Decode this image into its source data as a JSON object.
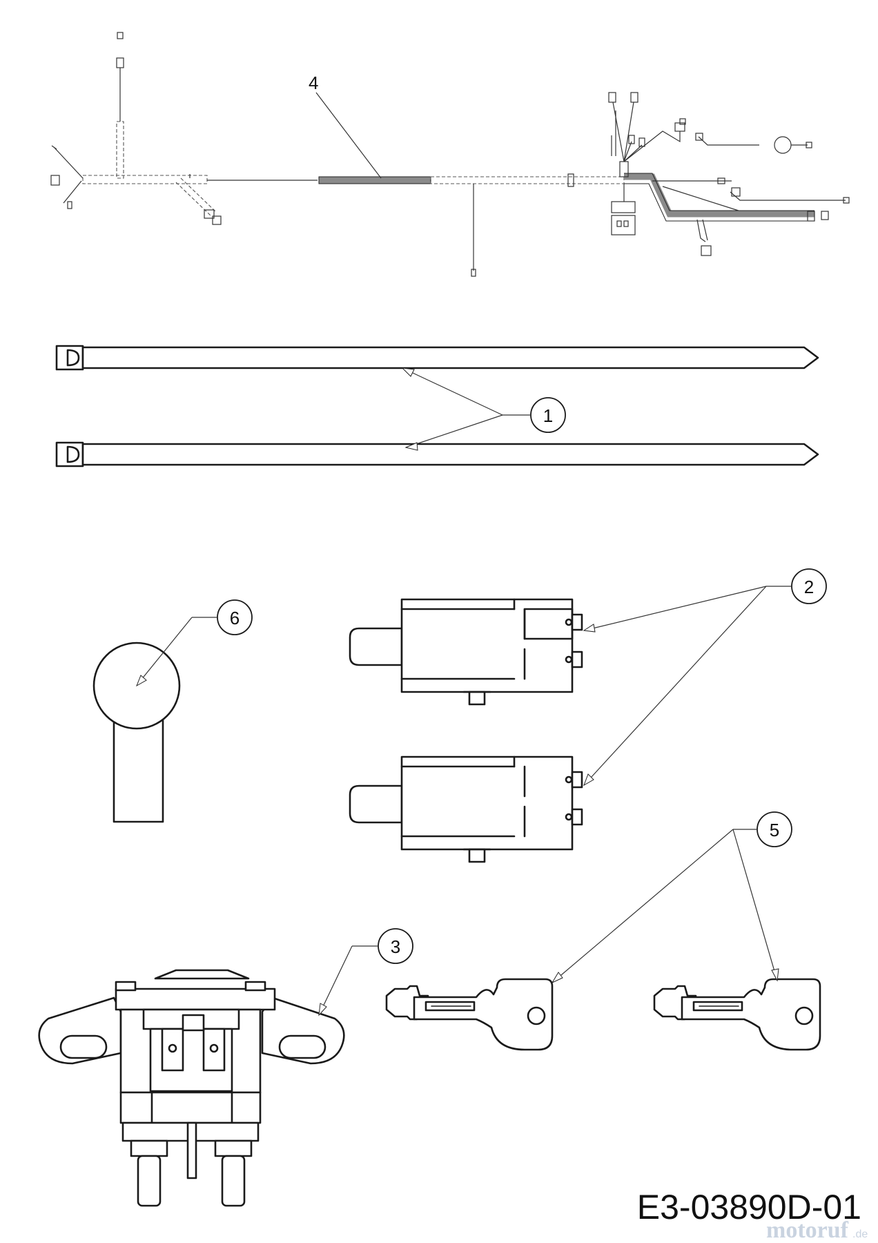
{
  "callouts": [
    {
      "id": "4",
      "label": "4"
    },
    {
      "id": "1",
      "label": "1"
    },
    {
      "id": "2",
      "label": "2"
    },
    {
      "id": "6",
      "label": "6"
    },
    {
      "id": "5",
      "label": "5"
    },
    {
      "id": "3",
      "label": "3"
    }
  ],
  "drawing_number": "E3-03890D-01",
  "watermark": {
    "text": "motoruf",
    "suffix": ".de"
  },
  "colors": {
    "line": "#1a1a1a",
    "harness_sleeve": "#8a8a8a",
    "watermark": "#c9d3e0"
  }
}
